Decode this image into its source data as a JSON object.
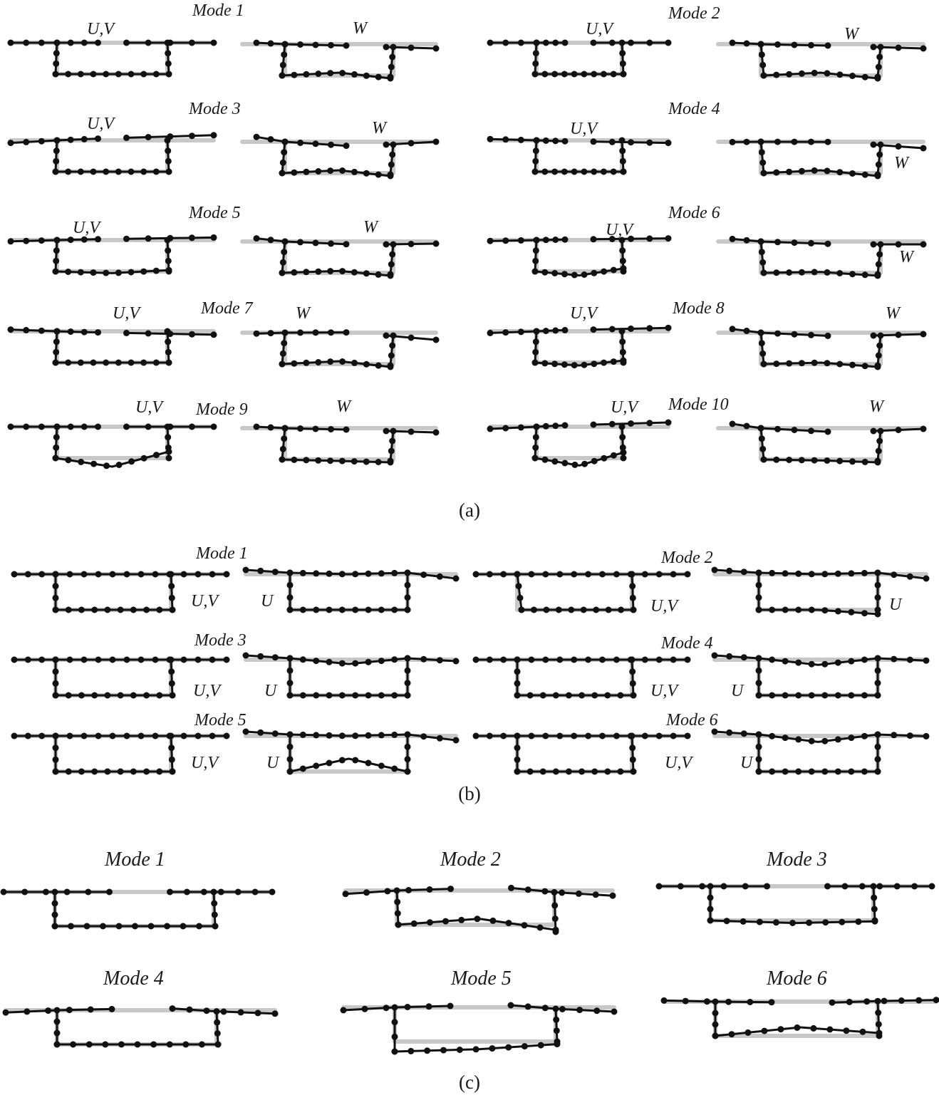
{
  "figure": {
    "part_a": {
      "caption": "(a)",
      "panels": [
        {
          "mode": "Mode 1",
          "labels": [
            "U,V",
            "W"
          ]
        },
        {
          "mode": "Mode 2",
          "labels": [
            "U,V",
            "W"
          ]
        },
        {
          "mode": "Mode 3",
          "labels": [
            "U,V",
            "W"
          ]
        },
        {
          "mode": "Mode 4",
          "labels": [
            "U,V",
            "W"
          ]
        },
        {
          "mode": "Mode 5",
          "labels": [
            "U,V",
            "W"
          ]
        },
        {
          "mode": "Mode 6",
          "labels": [
            "U,V",
            "W"
          ]
        },
        {
          "mode": "Mode 7",
          "labels": [
            "U,V",
            "W"
          ]
        },
        {
          "mode": "Mode 8",
          "labels": [
            "U,V",
            "W"
          ]
        },
        {
          "mode": "Mode 9",
          "labels": [
            "U,V",
            "W"
          ]
        },
        {
          "mode": "Mode 10",
          "labels": [
            "U,V",
            "W"
          ]
        }
      ]
    },
    "part_b": {
      "caption": "(b)",
      "panels": [
        {
          "mode": "Mode 1",
          "labels": [
            "U,V",
            "U"
          ]
        },
        {
          "mode": "Mode 2",
          "labels": [
            "U,V",
            "U"
          ]
        },
        {
          "mode": "Mode 3",
          "labels": [
            "U,V",
            "U"
          ]
        },
        {
          "mode": "Mode 4",
          "labels": [
            "U,V",
            "U"
          ]
        },
        {
          "mode": "Mode 5",
          "labels": [
            "U,V",
            "U"
          ]
        },
        {
          "mode": "Mode 6",
          "labels": [
            "U,V",
            "U"
          ]
        }
      ]
    },
    "part_c": {
      "caption": "(c)",
      "panels": [
        {
          "mode": "Mode 1"
        },
        {
          "mode": "Mode 2"
        },
        {
          "mode": "Mode 3"
        },
        {
          "mode": "Mode 4"
        },
        {
          "mode": "Mode 5"
        },
        {
          "mode": "Mode 6"
        }
      ]
    },
    "colors": {
      "deformed": "#111111",
      "undeformed": "#c8c8c8"
    }
  }
}
